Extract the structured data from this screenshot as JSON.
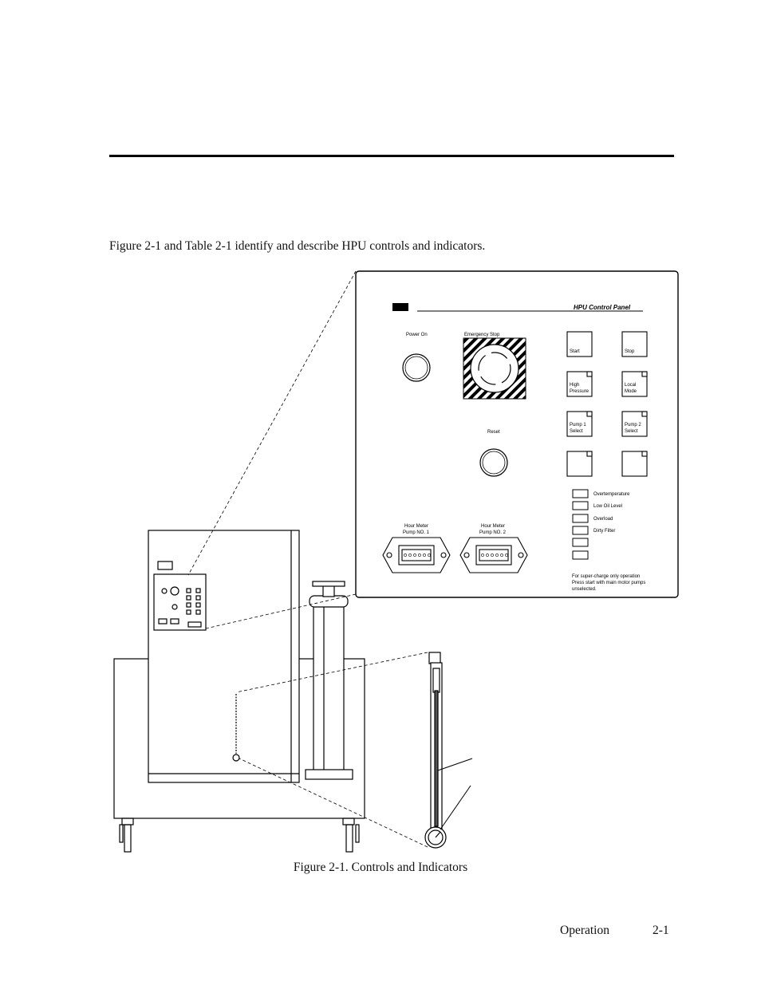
{
  "intro": "Figure 2-1 and Table 2-1 identify and describe HPU controls and indicators.",
  "figure": {
    "caption": "Figure 2-1. Controls and Indicators",
    "panel": {
      "title": "HPU Control Panel",
      "power_on": "Power On",
      "emergency_stop": "Emergency Stop",
      "reset": "Reset",
      "buttons": {
        "start": "Start",
        "stop": "Stop",
        "high_pressure_1": "High",
        "high_pressure_2": "Pressure",
        "local_mode_1": "Local",
        "local_mode_2": "Mode",
        "pump1_select_1": "Pump 1",
        "pump1_select_2": "Select",
        "pump2_select_1": "Pump 2",
        "pump2_select_2": "Select"
      },
      "indicators": {
        "overtemperature": "Overtemperature",
        "low_oil_level": "Low Oil Level",
        "overload": "Overload",
        "dirty_filter": "Dirty Filter"
      },
      "hour_meter_1_line1": "Hour Meter",
      "hour_meter_1_line2": "Pump NO. 1",
      "hour_meter_2_line1": "Hour Meter",
      "hour_meter_2_line2": "Pump NO. 2",
      "note_line1": "For super-charge only operation",
      "note_line2": "Press start with main motor pumps",
      "note_line3": "unselected."
    }
  },
  "footer": {
    "section": "Operation",
    "page": "2-1"
  }
}
